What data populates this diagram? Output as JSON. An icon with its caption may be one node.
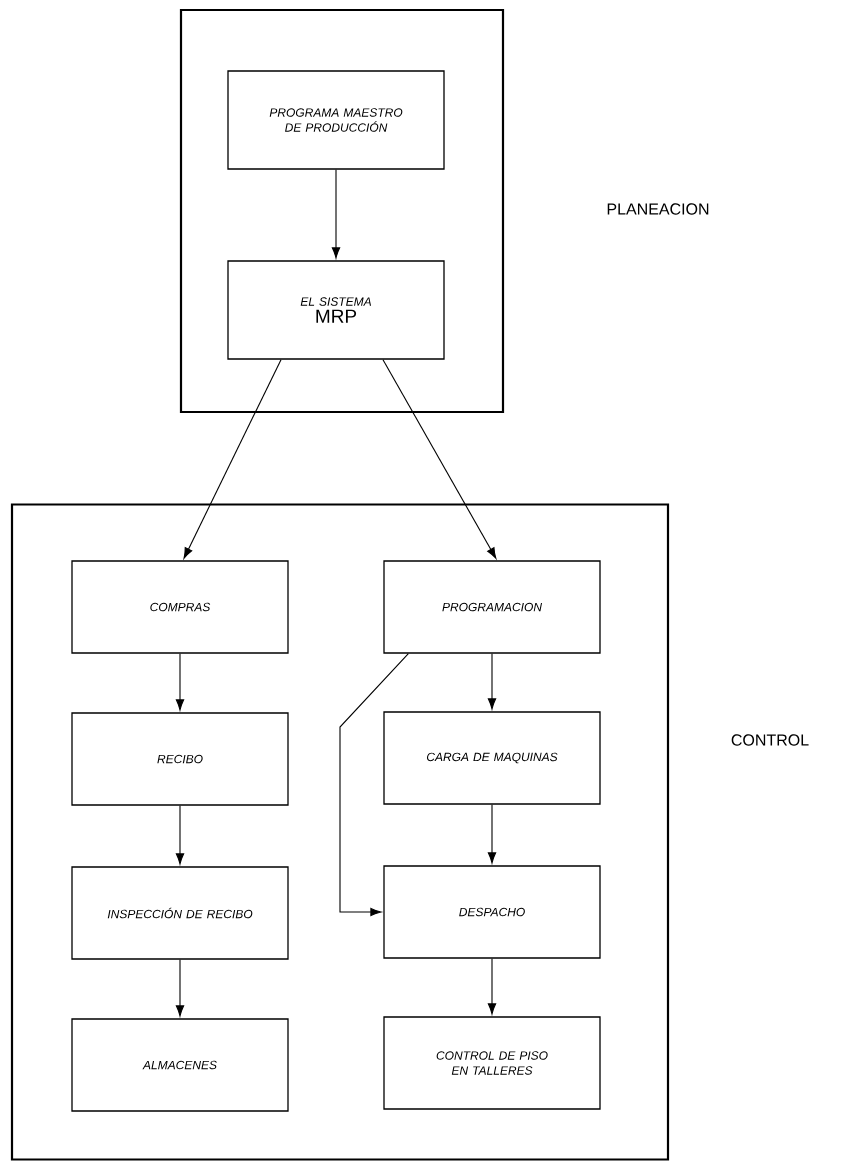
{
  "diagram": {
    "nodes": [
      {
        "text": [],
        "shape": "box"
      },
      {
        "text": [
          "PROGRAMA MAESTRO DE PRODUCCIÓN"
        ],
        "in": 0
      },
      {
        "text": [
          "EL SISTEMA",
          "MRP"
        ],
        "in": 0
      },
      {
        "text": [],
        "shape": "box"
      },
      {
        "text": [
          "COMPRAS"
        ],
        "in": 3
      },
      {
        "text": [
          "PROGRAMACION"
        ],
        "in": 3
      },
      {
        "text": [
          "RECIBO"
        ],
        "in": 3
      },
      {
        "text": [
          "CARGA DE MAQUINAS"
        ],
        "in": 3
      },
      {
        "text": [
          "INSPECCIÓN DE RECIBO"
        ],
        "in": 3
      },
      {
        "text": [
          "DESPACHO"
        ],
        "in": 3
      },
      {
        "text": [
          "ALMACENES"
        ],
        "in": 3
      },
      {
        "text": [
          "CONTROL DE PISO EN TALLERES"
        ],
        "in": 3
      }
    ],
    "edges": [
      {
        "from": 1,
        "to": 2,
        "arrow": "to"
      },
      {
        "from": 2,
        "to": 4,
        "arrow": "to"
      },
      {
        "from": 2,
        "to": 5,
        "arrow": "to"
      },
      {
        "from": 4,
        "to": 6,
        "arrow": "to"
      },
      {
        "from": 6,
        "to": 8,
        "arrow": "to"
      },
      {
        "from": 8,
        "to": 10,
        "arrow": "to"
      },
      {
        "from": 5,
        "to": 7,
        "arrow": "to"
      },
      {
        "from": 7,
        "to": 9,
        "arrow": "to"
      },
      {
        "from": 9,
        "to": 11,
        "arrow": "to"
      },
      {
        "from": 5,
        "to": 9,
        "arrow": "to"
      }
    ],
    "labels": [
      "PLANEACION",
      "CONTROL"
    ]
  }
}
